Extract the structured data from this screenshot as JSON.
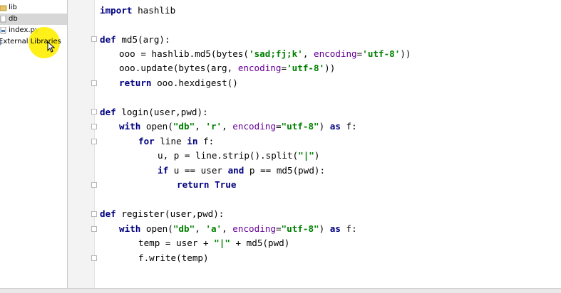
{
  "project_tree": {
    "items": [
      {
        "label": "lib",
        "icon": "folder-icon"
      },
      {
        "label": "db",
        "icon": "file-icon"
      },
      {
        "label": "index.py",
        "icon": "python-file-icon"
      },
      {
        "label": "External Libraries",
        "icon": "library-icon"
      }
    ]
  },
  "code": {
    "l1": {
      "kw": "import",
      "rest": " hashlib"
    },
    "l3": {
      "kw": "def",
      "rest": " md5(arg):"
    },
    "l4": {
      "a": "ooo = hashlib.md5(bytes(",
      "s1": "'sad;fj;k'",
      "b": ", ",
      "p": "encoding",
      "c": "=",
      "s2": "'utf-8'",
      "d": "))"
    },
    "l5": {
      "a": "ooo.update(bytes(arg, ",
      "p": "encoding",
      "c": "=",
      "s": "'utf-8'",
      "d": "))"
    },
    "l6": {
      "kw": "return",
      "rest": " ooo.hexdigest()"
    },
    "l8": {
      "kw": "def",
      "rest": " login(user,pwd):"
    },
    "l9": {
      "kw": "with",
      "a": " open(",
      "s1": "\"db\"",
      "b": ", ",
      "s2": "'r'",
      "c": ", ",
      "p": "encoding",
      "d": "=",
      "s3": "\"utf-8\"",
      "e": ") ",
      "kw2": "as",
      "f": " f:"
    },
    "l10": {
      "kw": "for",
      "a": " line ",
      "kw2": "in",
      "b": " f:"
    },
    "l11": {
      "a": "u, p = line.strip().split(",
      "s": "\"|\"",
      "b": ")"
    },
    "l12": {
      "kw": "if",
      "a": " u == user ",
      "kw2": "and",
      "b": " p == md5(pwd):"
    },
    "l13": {
      "kw": "return",
      "kw2": " True"
    },
    "l15": {
      "kw": "def",
      "rest": " register(user,pwd):"
    },
    "l16": {
      "kw": "with",
      "a": " open(",
      "s1": "\"db\"",
      "b": ", ",
      "s2": "'a'",
      "c": ", ",
      "p": "encoding",
      "d": "=",
      "s3": "\"utf-8\"",
      "e": ") ",
      "kw2": "as",
      "f": " f:"
    },
    "l17": {
      "a": "temp = user + ",
      "s": "\"|\"",
      "b": " + md5(pwd)"
    },
    "l18": {
      "a": "f.write(temp)"
    }
  }
}
